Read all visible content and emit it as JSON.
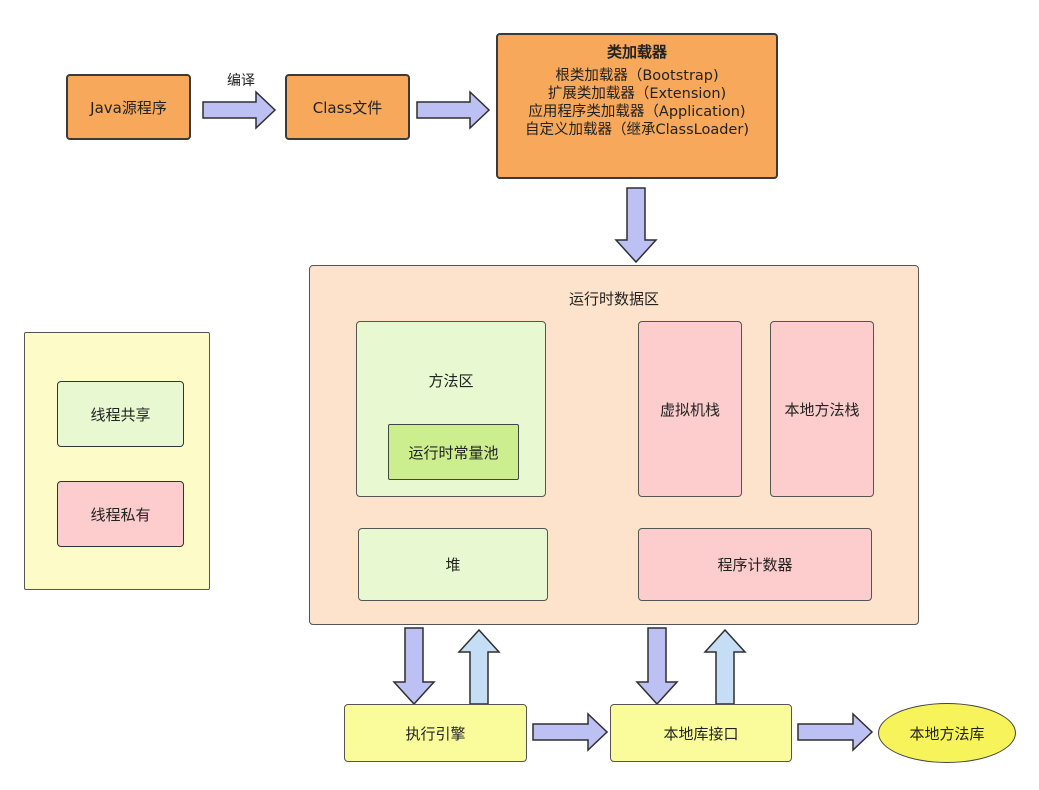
{
  "compile_label": "编译",
  "java_source": "Java源程序",
  "class_file": "Class文件",
  "class_loader": {
    "title": "类加载器",
    "lines": [
      "根类加载器（Bootstrap)",
      "扩展类加载器（Extension)",
      "应用程序类加载器（Application)",
      "自定义加载器（继承ClassLoader)"
    ]
  },
  "runtime_area": {
    "title": "运行时数据区",
    "method_area": "方法区",
    "constant_pool": "运行时常量池",
    "vm_stack": "虚拟机栈",
    "native_stack": "本地方法栈",
    "heap": "堆",
    "pc_register": "程序计数器"
  },
  "legend": {
    "shared": "线程共享",
    "private": "线程私有"
  },
  "execution_engine": "执行引擎",
  "native_interface": "本地库接口",
  "native_library": "本地方法库",
  "colors": {
    "loader": "#f7a85a",
    "runtime": "#fde3cb",
    "shared": "#e8f8d0",
    "private": "#fdcccc",
    "engine": "#fafc9c",
    "library": "#f7f35a",
    "arrow": "#bdc0f2"
  }
}
